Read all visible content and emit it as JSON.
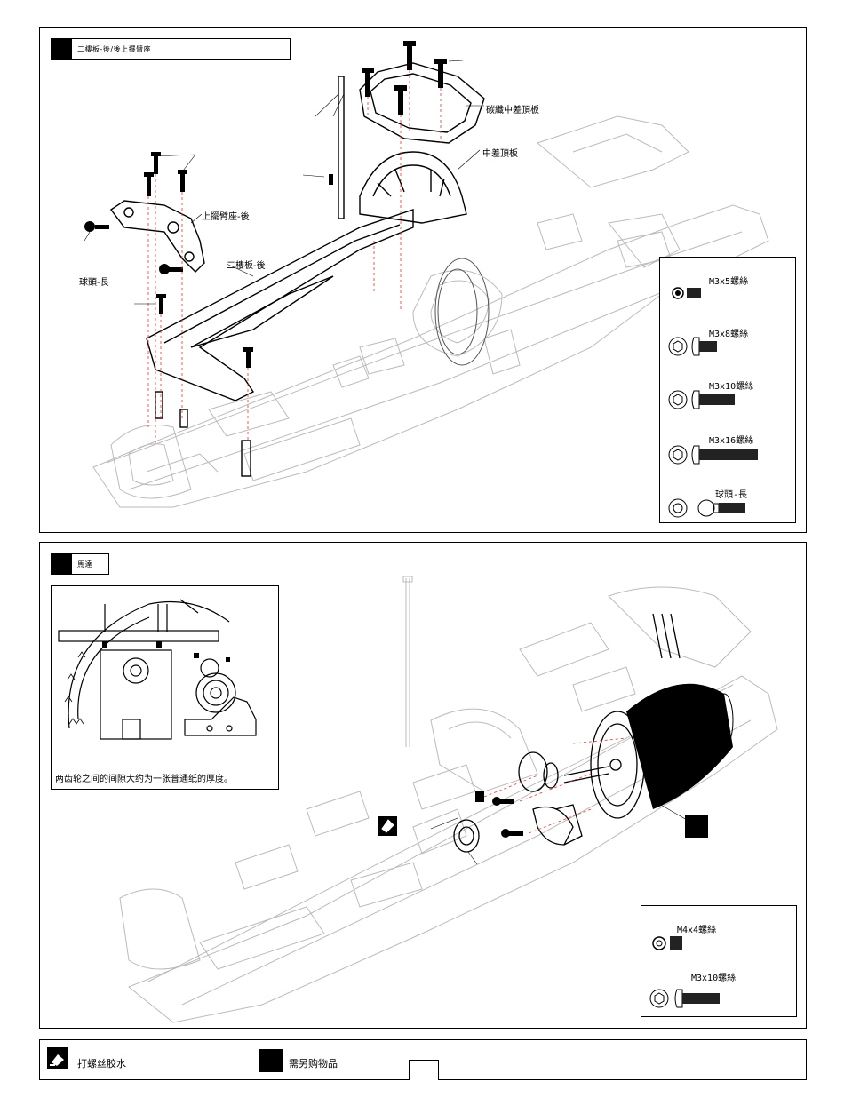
{
  "step1": {
    "title": "二樓板-後/後上擺臂座",
    "labels": {
      "carbon_top_plate": "碳纖中差頂板",
      "center_top_plate": "中差頂板",
      "upper_arm_mount": "上擺臂座-後",
      "second_deck": "二樓板-後",
      "ball_long": "球頭-長"
    },
    "legend": [
      "M3x5螺絲",
      "M3x8螺絲",
      "M3x10螺絲",
      "M3x16螺絲",
      "球頭-長"
    ]
  },
  "step2": {
    "title": "馬達",
    "tip": "两齿轮之间的间隙大约为一张普通纸的厚度。",
    "legend": [
      "M4x4螺絲",
      "M3x10螺絲"
    ]
  },
  "footer": {
    "glue_label": "打螺丝胶水",
    "purchase_label": "需另购物品"
  }
}
